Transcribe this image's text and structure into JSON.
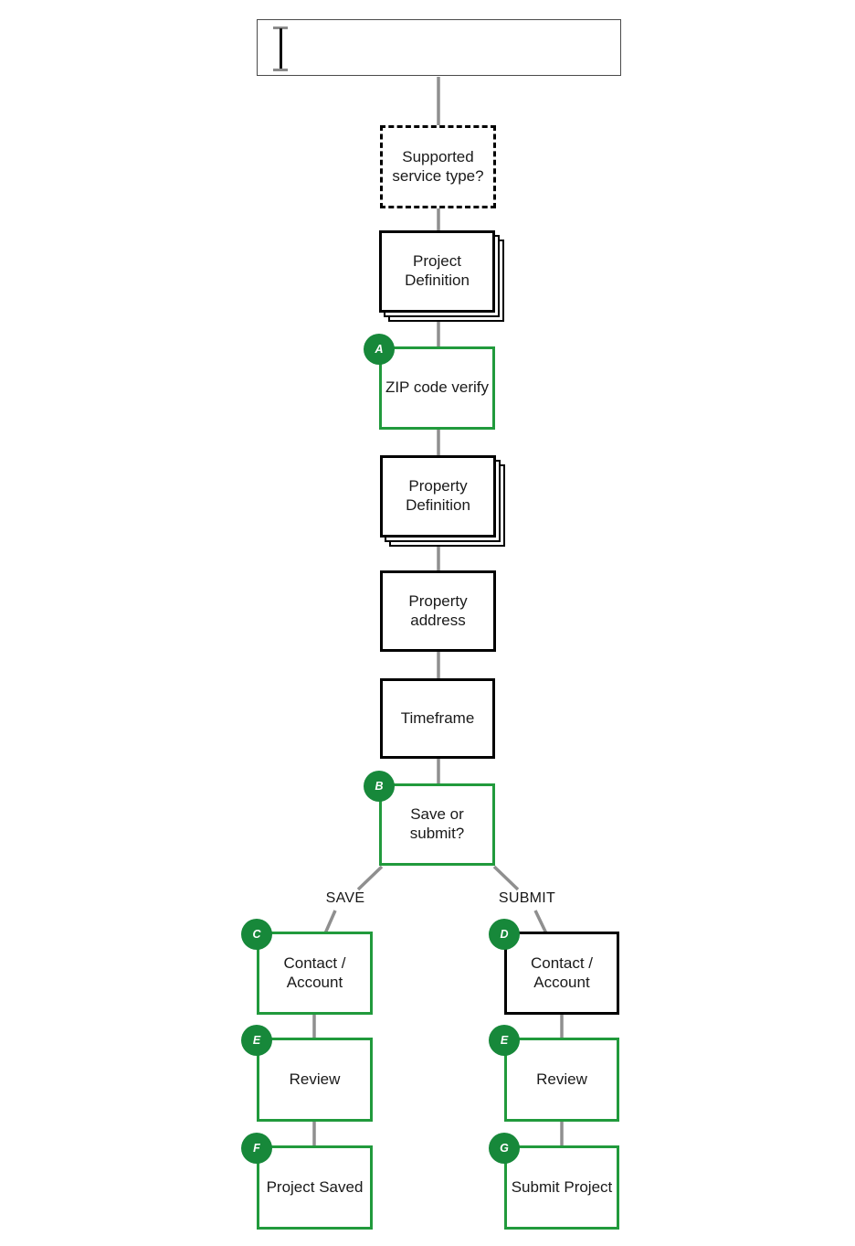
{
  "colors": {
    "green_border": "#219a3c",
    "badge_green": "#17883a",
    "connector_gray": "#8f8f8f",
    "box_black": "#000000"
  },
  "start_box": {
    "value": "",
    "icon": "text-cursor"
  },
  "nodes": {
    "service_type": {
      "label": "Supported\nservice type?"
    },
    "project_definition": {
      "label": "Project\nDefinition"
    },
    "zip_verify": {
      "label": "ZIP code verify",
      "badge": "A"
    },
    "property_definition": {
      "label": "Property\nDefinition"
    },
    "property_address": {
      "label": "Property\naddress"
    },
    "timeframe": {
      "label": "Timeframe"
    },
    "save_or_submit": {
      "label": "Save or\nsubmit?",
      "badge": "B"
    },
    "contact_account_save": {
      "label": "Contact /\nAccount",
      "badge": "C"
    },
    "contact_account_submit": {
      "label": "Contact /\nAccount",
      "badge": "D"
    },
    "review_save": {
      "label": "Review",
      "badge": "E"
    },
    "review_submit": {
      "label": "Review",
      "badge": "E"
    },
    "project_saved": {
      "label": "Project Saved",
      "badge": "F"
    },
    "submit_project": {
      "label": "Submit Project",
      "badge": "G"
    }
  },
  "branch_labels": {
    "save": "SAVE",
    "submit": "SUBMIT"
  }
}
